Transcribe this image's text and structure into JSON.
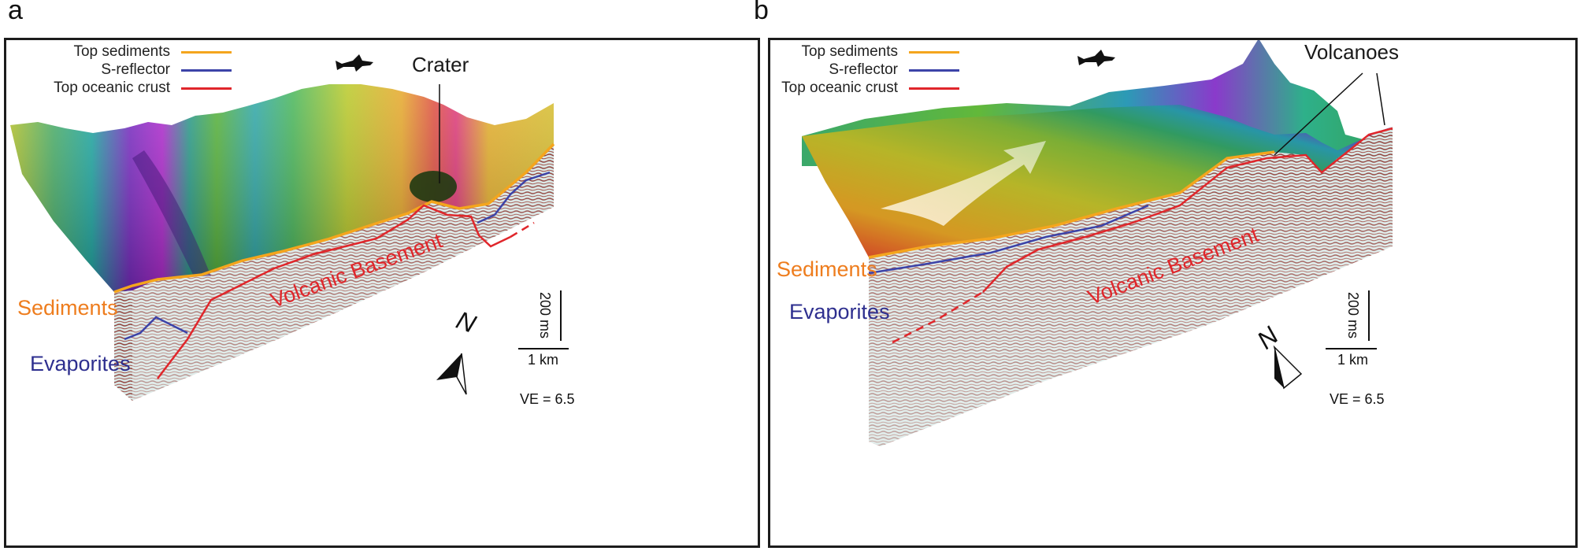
{
  "panels": [
    {
      "letter": "a",
      "legend": [
        {
          "label": "Top sediments",
          "color": "#f4a51d"
        },
        {
          "label": "S-reflector",
          "color": "#3c43a8"
        },
        {
          "label": "Top oceanic crust",
          "color": "#e0262b"
        }
      ],
      "feature_label": "Crater",
      "sediments_label": "Sediments",
      "evaporites_label": "Evaporites",
      "basement_label": "Volcanic Basement",
      "north_label": "N",
      "scale_vertical": "200 ms",
      "scale_horizontal": "1 km",
      "ve_label": "VE = 6.5"
    },
    {
      "letter": "b",
      "legend": [
        {
          "label": "Top sediments",
          "color": "#f4a51d"
        },
        {
          "label": "S-reflector",
          "color": "#3c43a8"
        },
        {
          "label": "Top oceanic crust",
          "color": "#e0262b"
        }
      ],
      "feature_label": "Volcanoes",
      "sediments_label": "Sediments",
      "evaporites_label": "Evaporites",
      "basement_label": "Volcanic Basement",
      "north_label": "N",
      "scale_vertical": "200 ms",
      "scale_horizontal": "1 km",
      "ve_label": "VE = 6.5"
    }
  ],
  "colors": {
    "sediments_text": "#ee7d1e",
    "evaporites_text": "#2e2f8f",
    "basement_text": "#e0262b",
    "seismic": "#8b3a34",
    "frame": "#1c1c1c"
  }
}
